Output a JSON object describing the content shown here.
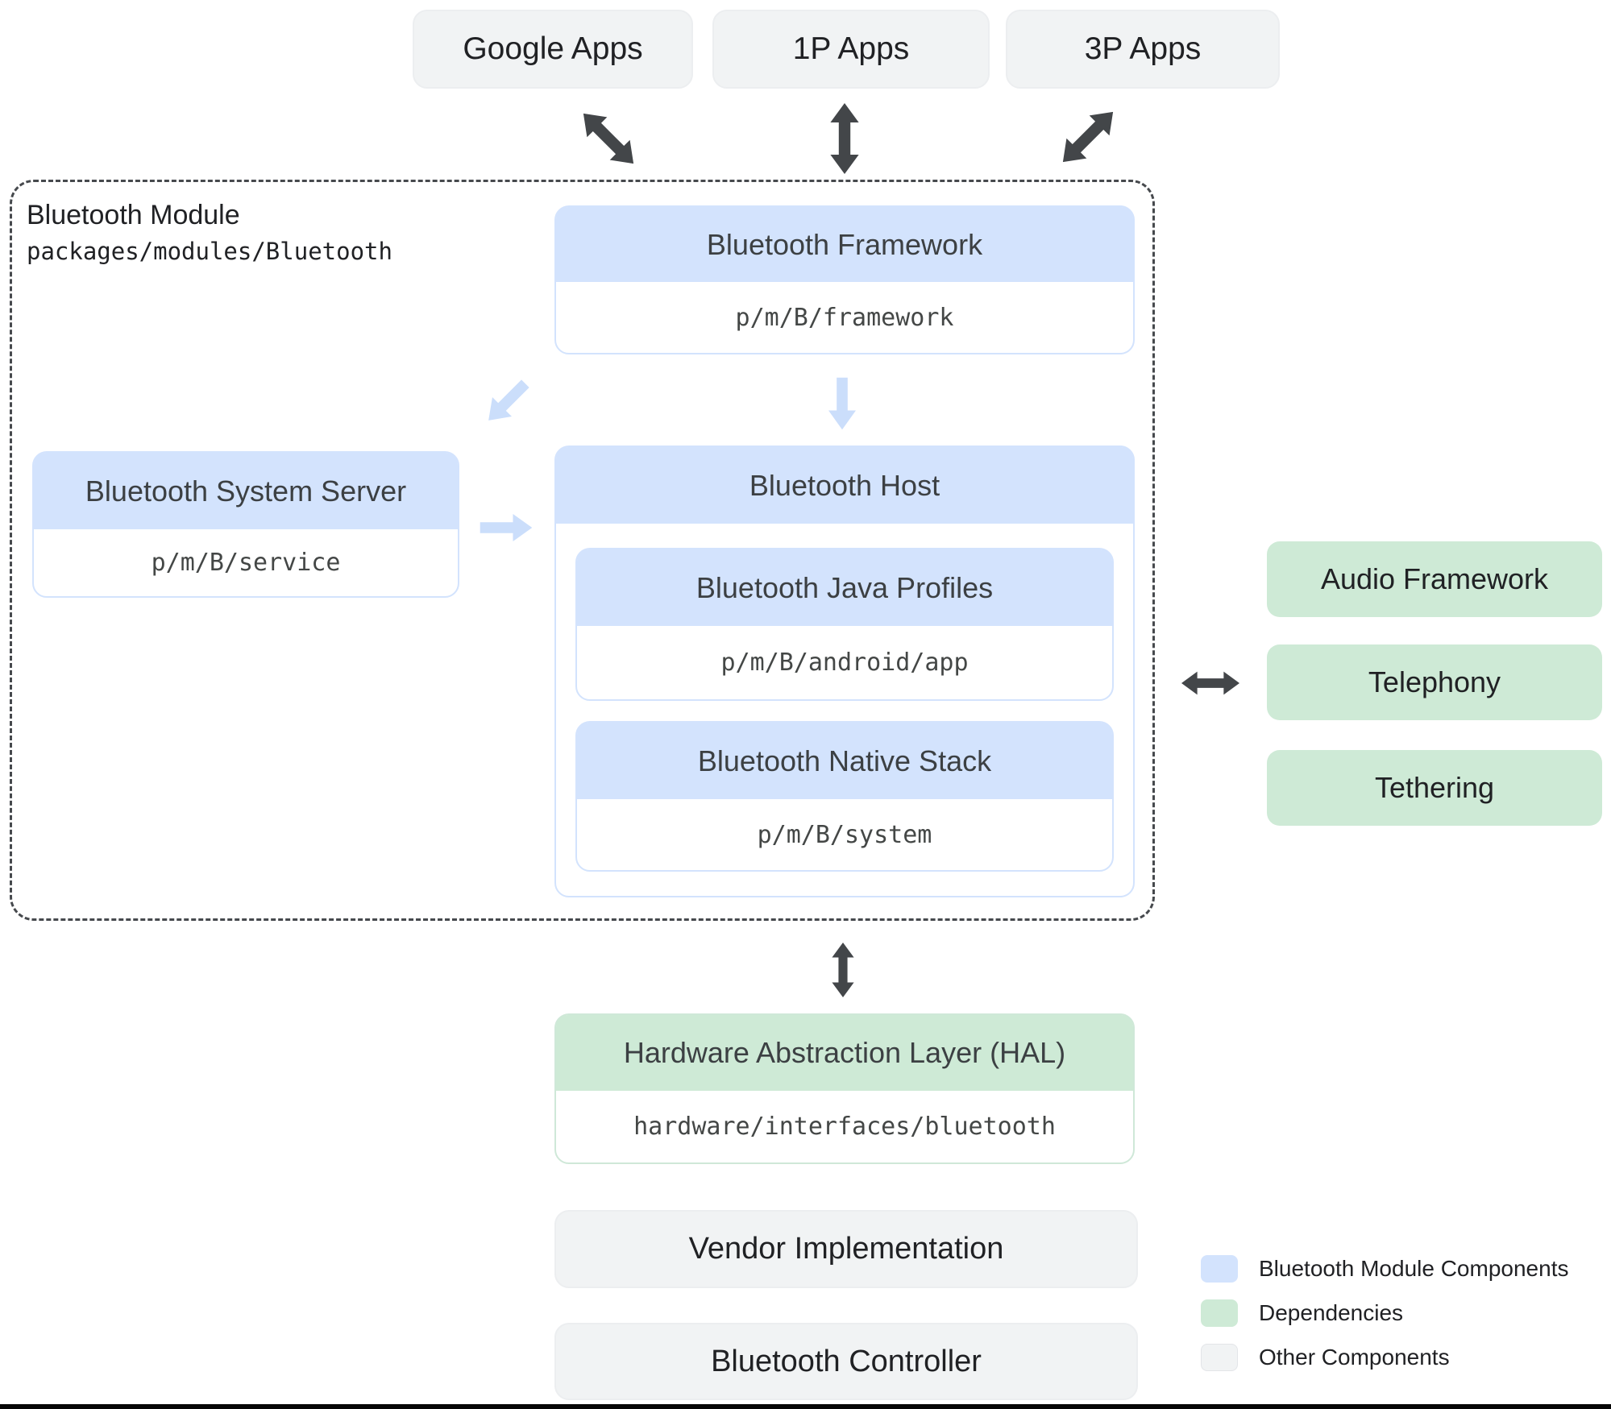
{
  "top_apps": [
    {
      "label": "Google Apps"
    },
    {
      "label": "1P Apps"
    },
    {
      "label": "3P Apps"
    }
  ],
  "module": {
    "title": "Bluetooth Module",
    "path": "packages/modules/Bluetooth",
    "framework": {
      "title": "Bluetooth Framework",
      "path": "p/m/B/framework"
    },
    "system_server": {
      "title": "Bluetooth System Server",
      "path": "p/m/B/service"
    },
    "host": {
      "title": "Bluetooth Host",
      "java_profiles": {
        "title": "Bluetooth Java Profiles",
        "path": "p/m/B/android/app"
      },
      "native_stack": {
        "title": "Bluetooth Native Stack",
        "path": "p/m/B/system"
      }
    }
  },
  "dependencies": [
    {
      "label": "Audio Framework"
    },
    {
      "label": "Telephony"
    },
    {
      "label": "Tethering"
    }
  ],
  "hal": {
    "title": "Hardware Abstraction Layer (HAL)",
    "path": "hardware/interfaces/bluetooth"
  },
  "other_components": [
    {
      "label": "Vendor Implementation"
    },
    {
      "label": "Bluetooth Controller"
    }
  ],
  "legend": [
    {
      "label": "Bluetooth Module Components",
      "color": "#d3e3fd"
    },
    {
      "label": "Dependencies",
      "color": "#ceead6"
    },
    {
      "label": "Other Components",
      "color": "#f1f3f4"
    }
  ],
  "icons": {
    "dark_double_arrow": "double-headed-arrow",
    "blue_arrow": "single-headed-arrow"
  },
  "colors": {
    "module_component": "#d3e3fd",
    "dependency": "#ceead6",
    "other": "#f1f3f4",
    "dark_arrow": "#434649",
    "blue_arrow": "#cbdefb",
    "dashed_border": "#46494d"
  }
}
